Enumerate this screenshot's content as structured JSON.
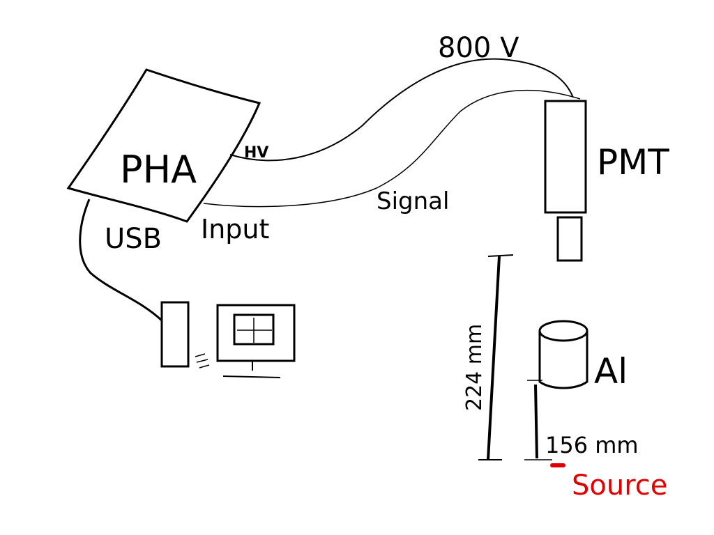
{
  "labels": {
    "pha": "PHA",
    "hv": "HV",
    "voltage": "800 V",
    "pmt": "PMT",
    "signal": "Signal",
    "usb": "USB",
    "input": "Input",
    "al": "Al",
    "distance_total": "224 mm",
    "distance_al": "156 mm",
    "source": "Source"
  },
  "colors": {
    "ink": "#000000",
    "source": "#e00000"
  }
}
